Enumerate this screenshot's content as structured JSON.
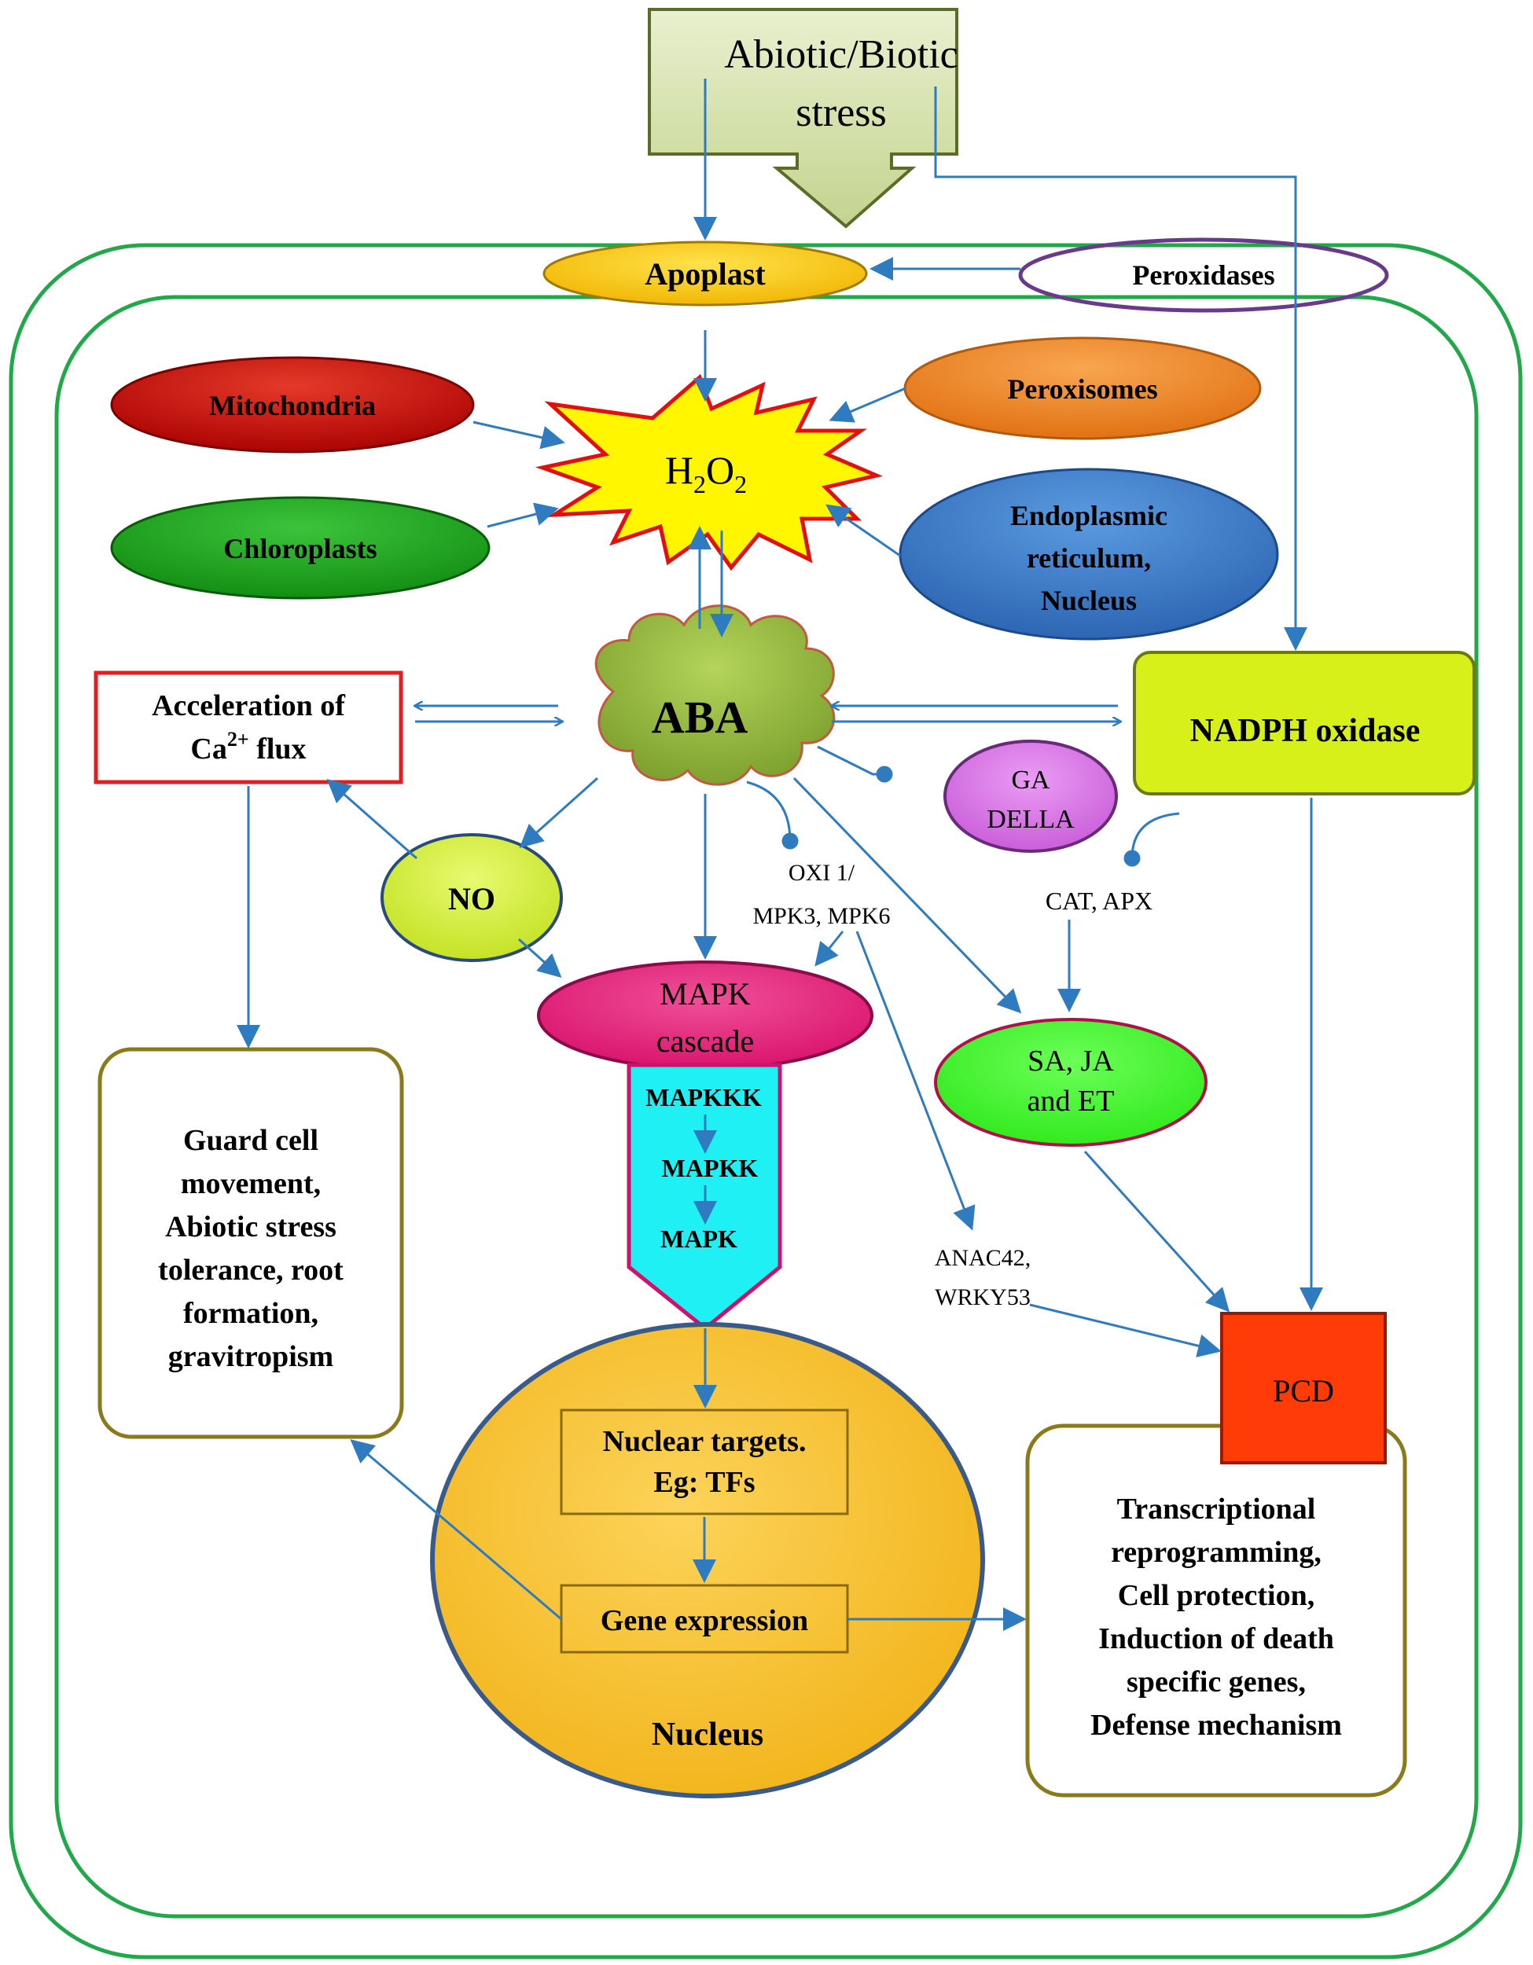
{
  "stress": {
    "line1": "Abiotic/Biotic",
    "line2": "stress"
  },
  "apoplast": "Apoplast",
  "peroxidases": "Peroxidases",
  "mitochondria": "Mitochondria",
  "peroxisomes": "Peroxisomes",
  "h2o2": {
    "h": "H",
    "sub1": "2",
    "o": "O",
    "sub2": "2"
  },
  "chloroplasts": "Chloroplasts",
  "er": {
    "line1": "Endoplasmic",
    "line2": "reticulum,",
    "line3": "Nucleus"
  },
  "aba": "ABA",
  "calcium": {
    "line1": "Acceleration of",
    "line2a": "Ca",
    "line2sup": "2+",
    "line2b": " flux"
  },
  "nadph": "NADPH oxidase",
  "ga": {
    "line1": "GA",
    "line2": "DELLA"
  },
  "no": "NO",
  "oxi": {
    "line1": "OXI 1/",
    "line2": "MPK3, MPK6"
  },
  "cat_apx": "CAT, APX",
  "mapk_cascade": {
    "line1": "MAPK",
    "line2": "cascade"
  },
  "cascade_steps": {
    "s1": "MAPKKK",
    "s2": "MAPKK",
    "s3": "MAPK"
  },
  "sa_ja": {
    "line1": "SA, JA",
    "line2": "and ET"
  },
  "anac": {
    "line1": "ANAC42,",
    "line2": "WRKY53"
  },
  "pcd": "PCD",
  "guard_box": {
    "l1": "Guard cell",
    "l2": "movement,",
    "l3": "Abiotic stress",
    "l4": "tolerance, root",
    "l5": "formation,",
    "l6": "gravitropism"
  },
  "nuclear_targets": {
    "line1": "Nuclear targets.",
    "line2": "Eg: TFs"
  },
  "gene_expression": "Gene expression",
  "nucleus": "Nucleus",
  "outcome_box": {
    "l1": "Transcriptional",
    "l2": "reprogramming,",
    "l3": "Cell protection,",
    "l4": "Induction of death",
    "l5": "specific genes,",
    "l6": "Defense mechanism"
  },
  "colors": {
    "cell_wall": "#22a84a",
    "arrow": "#2f7bbf",
    "stress_fill": "#d8e4b0",
    "apoplast_fill": "#f5c400",
    "mitochondria_fill": "#d01010",
    "peroxisomes_fill": "#f28a2a",
    "chloroplasts_fill": "#1ea01e",
    "er_fill": "#3a7cc8",
    "aba_fill": "#8db23a",
    "nadph_fill": "#d7f01a",
    "ga_fill": "#d97ae8",
    "no_fill": "#d4f23c",
    "mapk_fill": "#e8207a",
    "cascade_fill": "#1ff0f4",
    "sa_fill": "#33f51c",
    "pcd_fill": "#ff3c08",
    "nucleus_fill": "#f7c025",
    "box_border": "#8a7a1a",
    "calcium_border": "#e02020"
  }
}
